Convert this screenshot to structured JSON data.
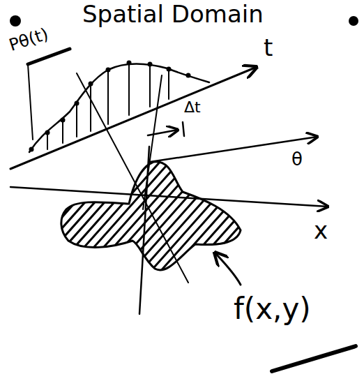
{
  "diagram": {
    "title": "Spatial Domain",
    "labels": [
      "Pθ(t)",
      "t",
      "Δt",
      "θ",
      "x",
      "f(x,y)"
    ]
  }
}
